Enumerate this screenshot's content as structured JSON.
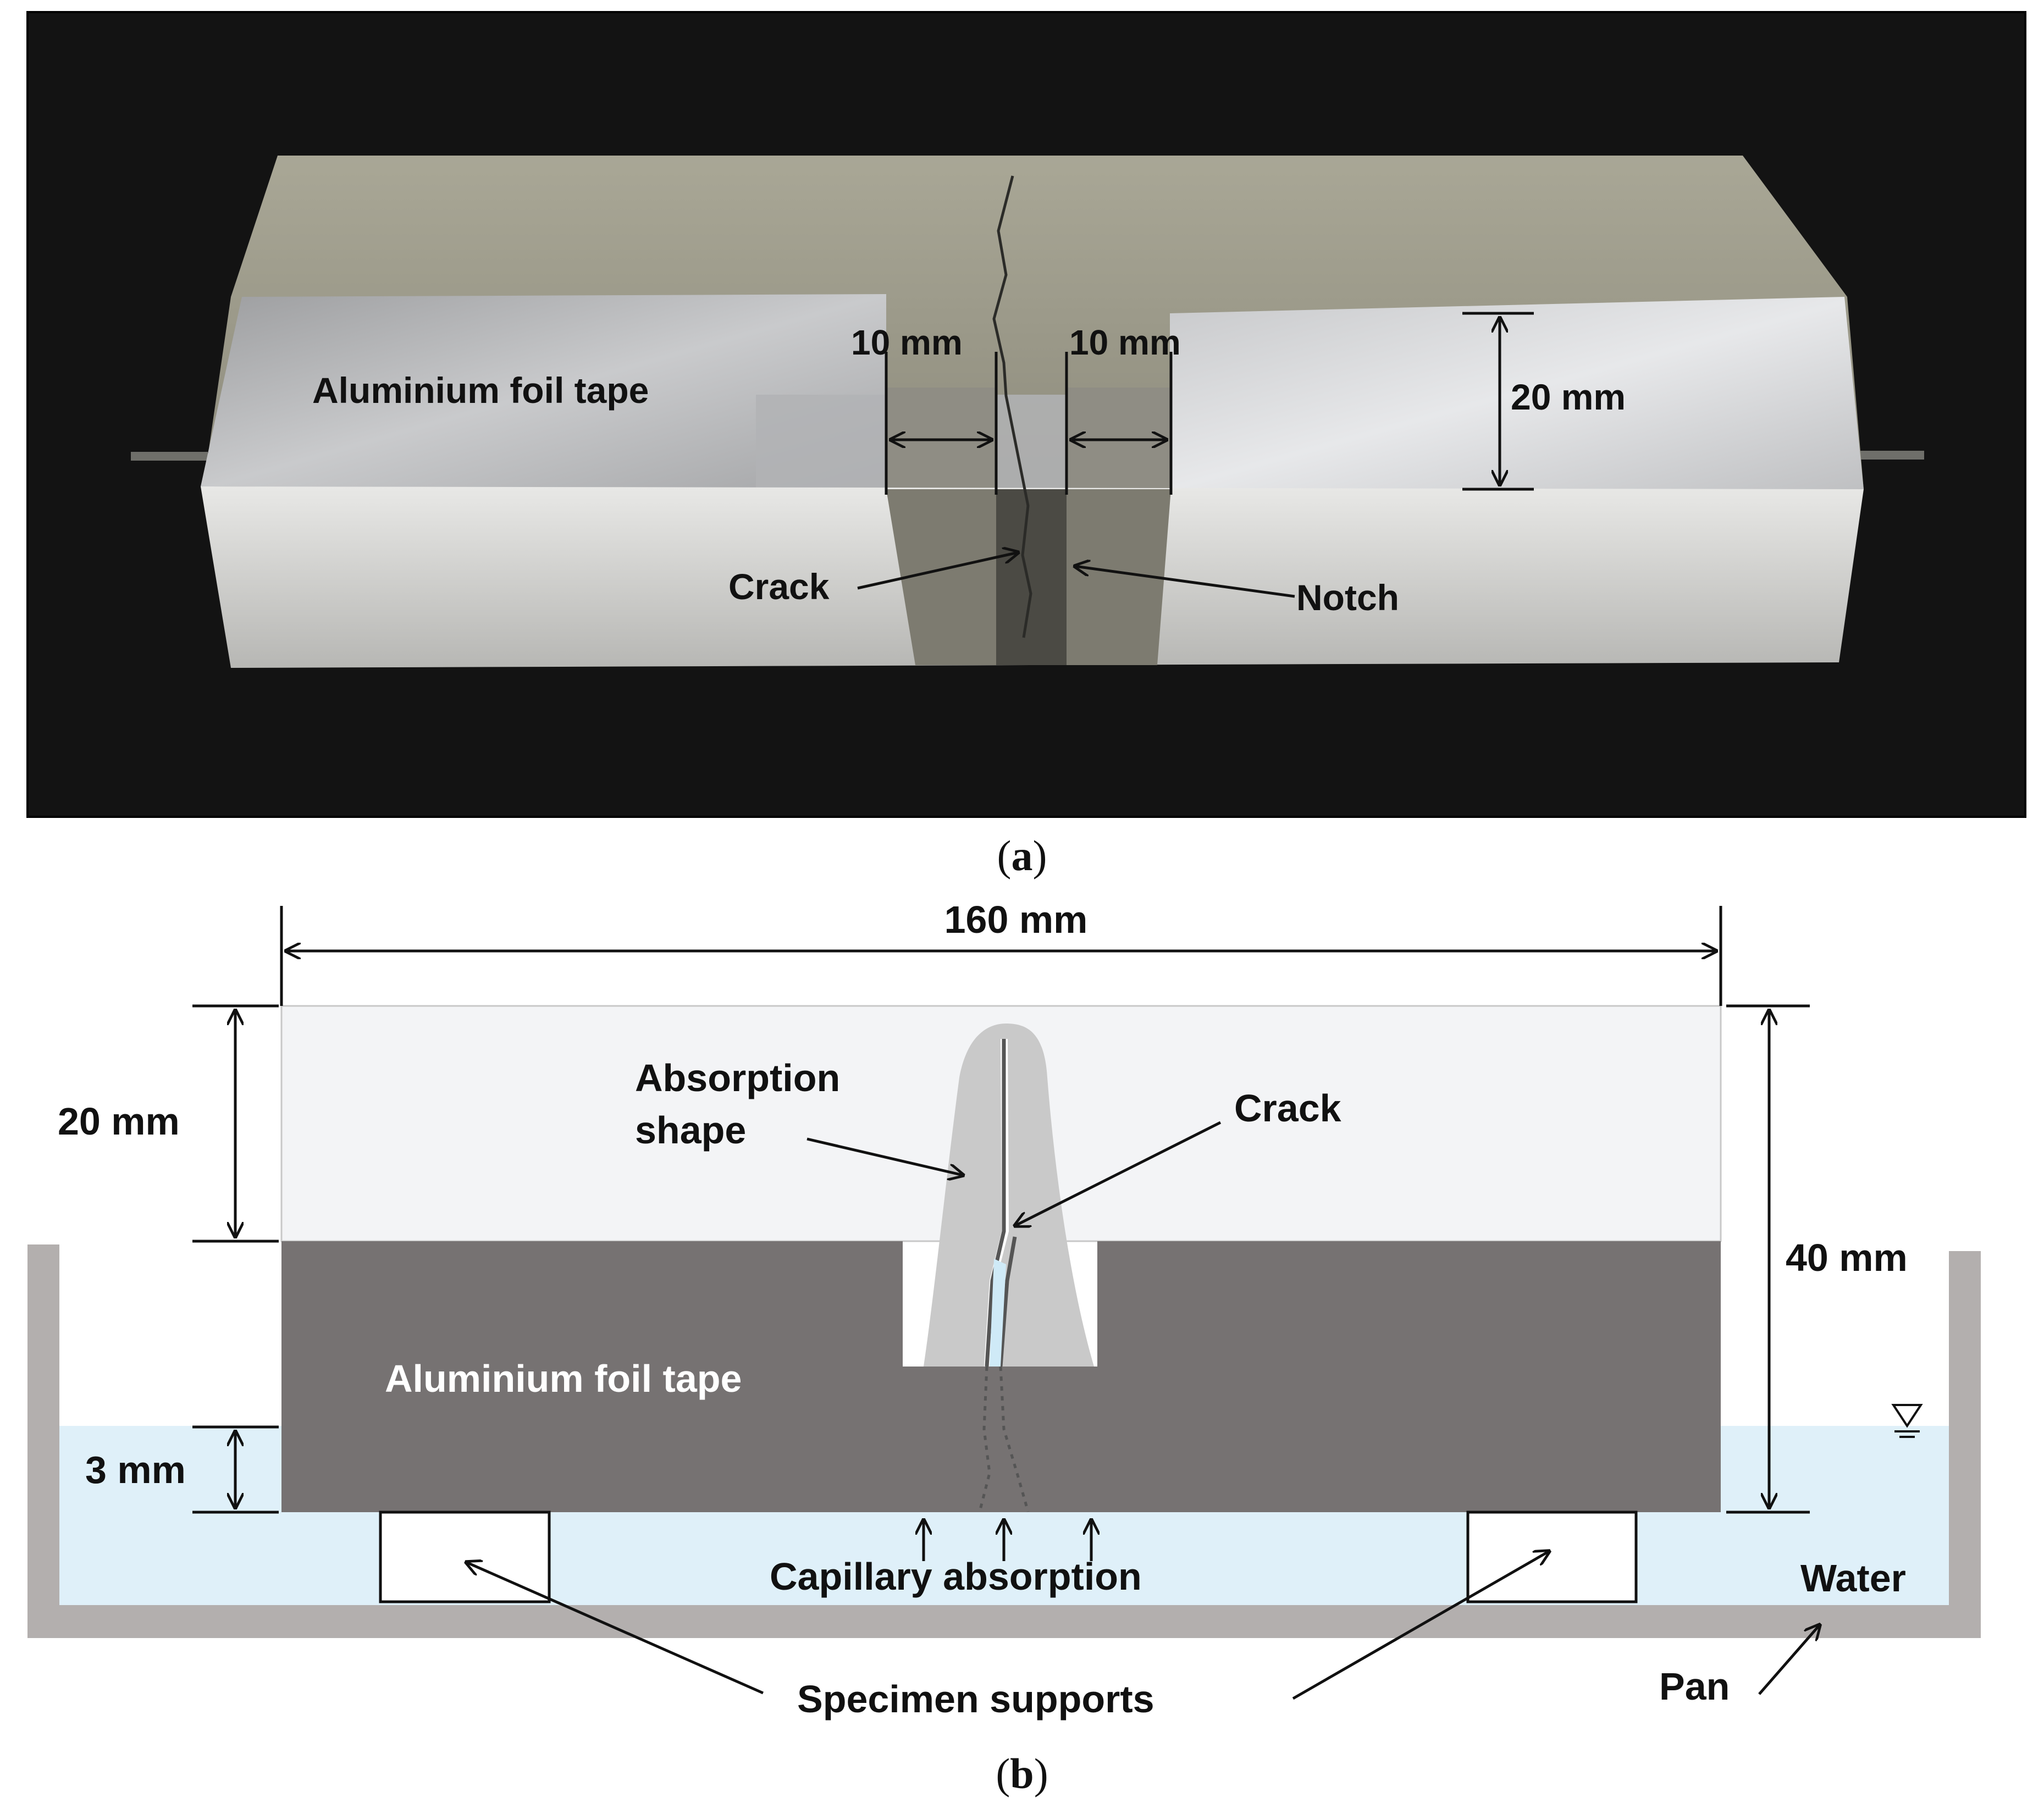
{
  "panel_a": {
    "caption": {
      "open": "(",
      "letter": "a",
      "close": ")"
    },
    "labels": {
      "foil_tape": "Aluminium foil tape",
      "gap_left": "10 mm",
      "gap_right": "10 mm",
      "depth": "20 mm",
      "crack": "Crack",
      "notch": "Notch"
    }
  },
  "panel_b": {
    "caption": {
      "open": "(",
      "letter": "b",
      "close": ")"
    },
    "labels": {
      "length": "160 mm",
      "upper_height": "20 mm",
      "total_height": "40 mm",
      "immersion": "3 mm",
      "absorption_shape_line1": "Absorption",
      "absorption_shape_line2": "shape",
      "crack": "Crack",
      "foil_tape": "Aluminium foil tape",
      "capillary": "Capillary absorption",
      "water": "Water",
      "pan": "Pan",
      "supports": "Specimen supports"
    },
    "colors": {
      "specimen_top": "#f3f4f6",
      "foil": "#767272",
      "water": "#dff0f9",
      "pan": "#b3afae",
      "absorption": "#c9c9c9"
    }
  }
}
